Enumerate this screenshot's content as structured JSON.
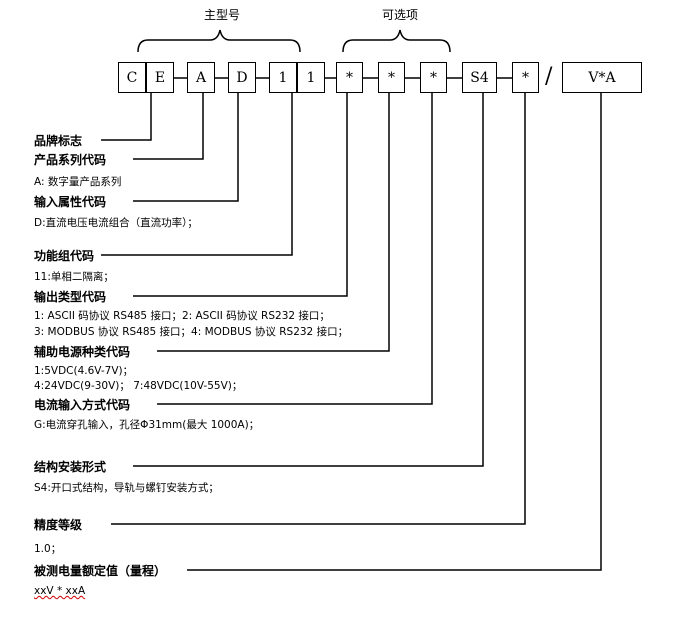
{
  "groups": {
    "main_model": "主型号",
    "options": "可选项"
  },
  "code_boxes": [
    "C",
    "E",
    "A",
    "D",
    "1",
    "1",
    "*",
    "*",
    "*",
    "S4",
    "*",
    "V*A"
  ],
  "separator": "/",
  "fields": [
    {
      "heading": "品牌标志",
      "desc": []
    },
    {
      "heading": "产品系列代码",
      "desc": [
        "A: 数字量产品系列"
      ]
    },
    {
      "heading": "输入属性代码",
      "desc": [
        "D:直流电压电流组合（直流功率）；"
      ]
    },
    {
      "heading": "功能组代码",
      "desc": [
        "11:单相二隔离；"
      ]
    },
    {
      "heading": "输出类型代码",
      "desc": [
        "1: ASCII 码协议 RS485 接口；2: ASCII 码协议 RS232 接口；",
        "3: MODBUS 协议 RS485 接口；4: MODBUS 协议 RS232 接口；"
      ]
    },
    {
      "heading": "辅助电源种类代码",
      "desc": [
        "1:5VDC(4.6V-7V)；",
        "4:24VDC(9-30V)；  7:48VDC(10V-55V)；"
      ]
    },
    {
      "heading": "电流输入方式代码",
      "desc": [
        "G:电流穿孔输入，孔径Φ31mm(最大 1000A)；"
      ]
    },
    {
      "heading": "结构安装形式",
      "desc": [
        "S4:开口式结构，导轨与螺钉安装方式；"
      ]
    },
    {
      "heading": "精度等级",
      "desc": [
        "1.0；"
      ]
    },
    {
      "heading": "被测电量额定值（量程）",
      "desc": [
        "xxV * xxA"
      ]
    }
  ]
}
